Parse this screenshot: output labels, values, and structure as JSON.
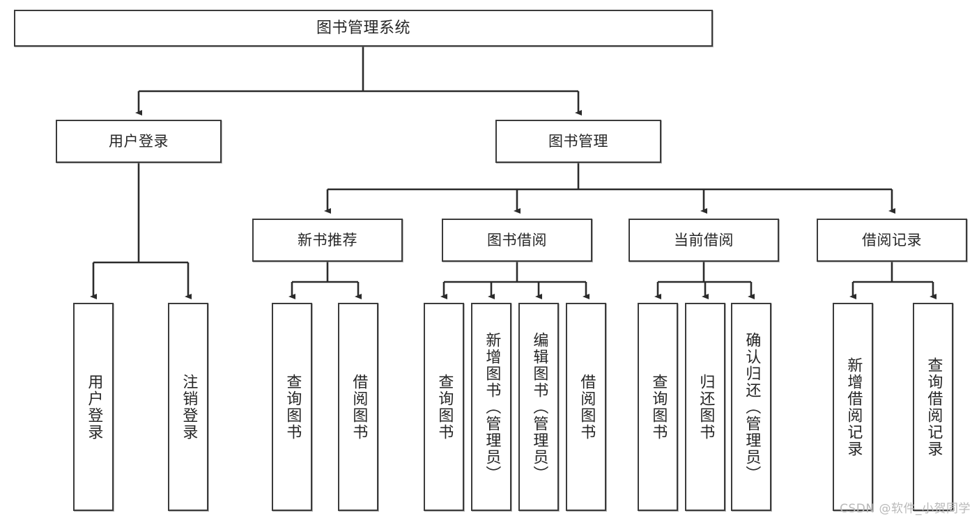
{
  "diagram": {
    "title_node": {
      "label": "图书管理系统"
    },
    "level1": [
      {
        "id": "user-login",
        "label": "用户登录"
      },
      {
        "id": "book-management",
        "label": "图书管理"
      }
    ],
    "level2": [
      {
        "id": "new-book-recommend",
        "label": "新书推荐"
      },
      {
        "id": "book-borrow",
        "label": "图书借阅"
      },
      {
        "id": "current-borrow",
        "label": "当前借阅"
      },
      {
        "id": "borrow-record",
        "label": "借阅记录"
      }
    ],
    "leaves": {
      "user_login": [
        {
          "id": "leaf-user-login",
          "label": "用户登录"
        },
        {
          "id": "leaf-logout-login",
          "label": "注销登录"
        }
      ],
      "new_book_recommend": [
        {
          "id": "leaf-query-book-1",
          "label": "查询图书"
        },
        {
          "id": "leaf-borrow-book-1",
          "label": "借阅图书"
        }
      ],
      "book_borrow": [
        {
          "id": "leaf-query-book-2",
          "label": "查询图书"
        },
        {
          "id": "leaf-add-book",
          "label": "新增图书（管理员）"
        },
        {
          "id": "leaf-edit-book",
          "label": "编辑图书（管理员）"
        },
        {
          "id": "leaf-borrow-book-2",
          "label": "借阅图书"
        }
      ],
      "current_borrow": [
        {
          "id": "leaf-query-book-3",
          "label": "查询图书"
        },
        {
          "id": "leaf-return-book",
          "label": "归还图书"
        },
        {
          "id": "leaf-confirm-return",
          "label": "确认归还（管理员）"
        }
      ],
      "borrow_record": [
        {
          "id": "leaf-add-record",
          "label": "新增借阅记录"
        },
        {
          "id": "leaf-query-record",
          "label": "查询借阅记录"
        }
      ]
    }
  },
  "watermark": {
    "text": "CSDN @软件_小贺同学"
  },
  "colors": {
    "border": "#3b3b3b",
    "text": "#262626",
    "background": "#ffffff",
    "watermark": "#b9b9b9"
  }
}
